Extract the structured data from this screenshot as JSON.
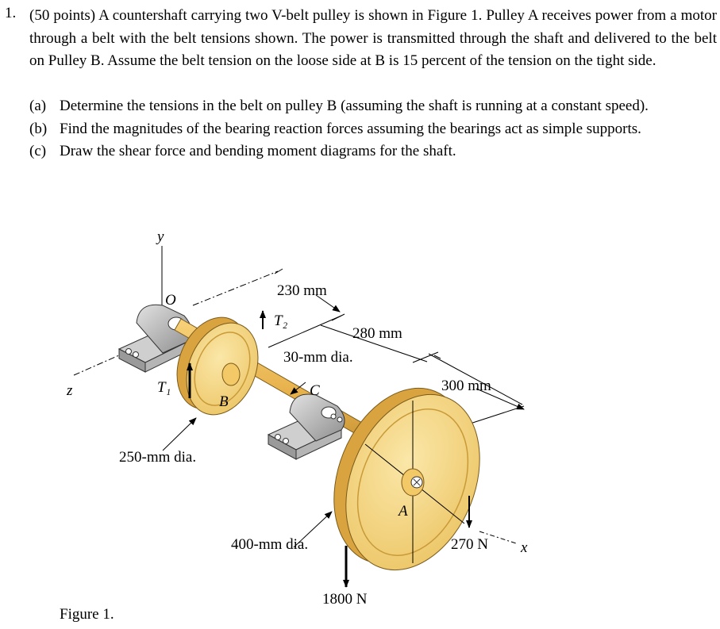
{
  "problem": {
    "number": "1.",
    "intro": "(50 points) A countershaft carrying two V-belt pulley is shown in Figure 1. Pulley A receives power from a motor through a belt with the belt tensions shown. The power is transmitted through the shaft and delivered to the belt on Pulley B. Assume the belt tension on the loose side at B is 15 percent of the tension on the tight side.",
    "parts": [
      {
        "label": "(a)",
        "text": "Determine the tensions in the belt on pulley B (assuming the shaft is running at a constant speed)."
      },
      {
        "label": "(b)",
        "text": "Find the magnitudes of the bearing reaction forces assuming the bearings act as simple supports."
      },
      {
        "label": "(c)",
        "text": "Draw the shear force and bending moment diagrams for the shaft."
      }
    ]
  },
  "figure": {
    "caption": "Figure 1.",
    "labels": {
      "axis_y": "y",
      "axis_z": "z",
      "axis_x": "x",
      "origin": "O",
      "dim_230": "230 mm",
      "dim_280": "280 mm",
      "dim_300": "300 mm",
      "shaft_dia": "30-mm dia.",
      "pulley_b_dia": "250-mm dia.",
      "pulley_a_dia": "400-mm dia.",
      "tension_t1": "T₁",
      "tension_t2": "T₂",
      "point_c": "C",
      "pulley_b": "B",
      "pulley_a": "A",
      "force_270": "270 N",
      "force_1800": "1800 N"
    },
    "colors": {
      "pulley": "#f5d77e",
      "pulley_shade": "#e8b94a",
      "bearing": "#b8b8b8",
      "shaft": "#e6b04a"
    }
  }
}
